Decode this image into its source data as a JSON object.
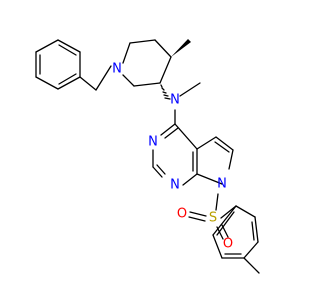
{
  "colors": {
    "background": "#ffffff",
    "bond": "#000000",
    "nitrogen": "#0000ff",
    "oxygen": "#ff0000",
    "sulfur": "#b8a000"
  },
  "atoms": {
    "n_piperidine": "N",
    "n_amine": "N",
    "n_pyrimidine_3": "N",
    "n_pyrimidine_1": "N",
    "n_pyrrole": "N",
    "sulfur": "S",
    "oxygen_1": "O",
    "oxygen_2": "O"
  }
}
